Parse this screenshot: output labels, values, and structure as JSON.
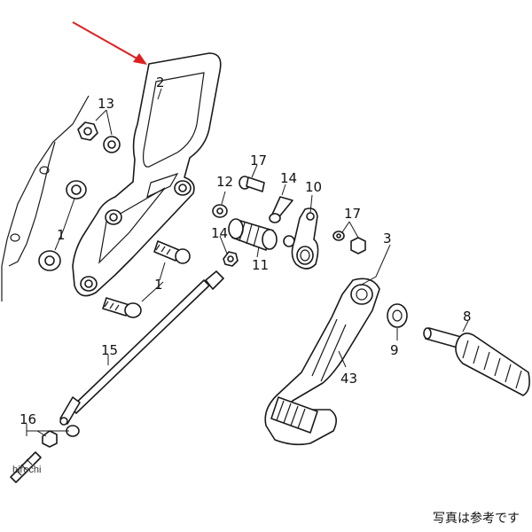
{
  "diagram": {
    "part_numbers": {
      "p2": "2",
      "p13": "13",
      "p1a": "1",
      "p1b": "1",
      "p17a": "17",
      "p17b": "17",
      "p12": "12",
      "p14a": "14",
      "p14b": "14",
      "p10": "10",
      "p3": "3",
      "p11": "11",
      "p8": "8",
      "p9": "9",
      "p43": "43",
      "p15": "15",
      "p16": "16"
    },
    "highlight_arrow_color": "#e02020",
    "line_color": "#1a1a1a"
  },
  "watermark": "hirochi",
  "caption": "写真は参考です"
}
